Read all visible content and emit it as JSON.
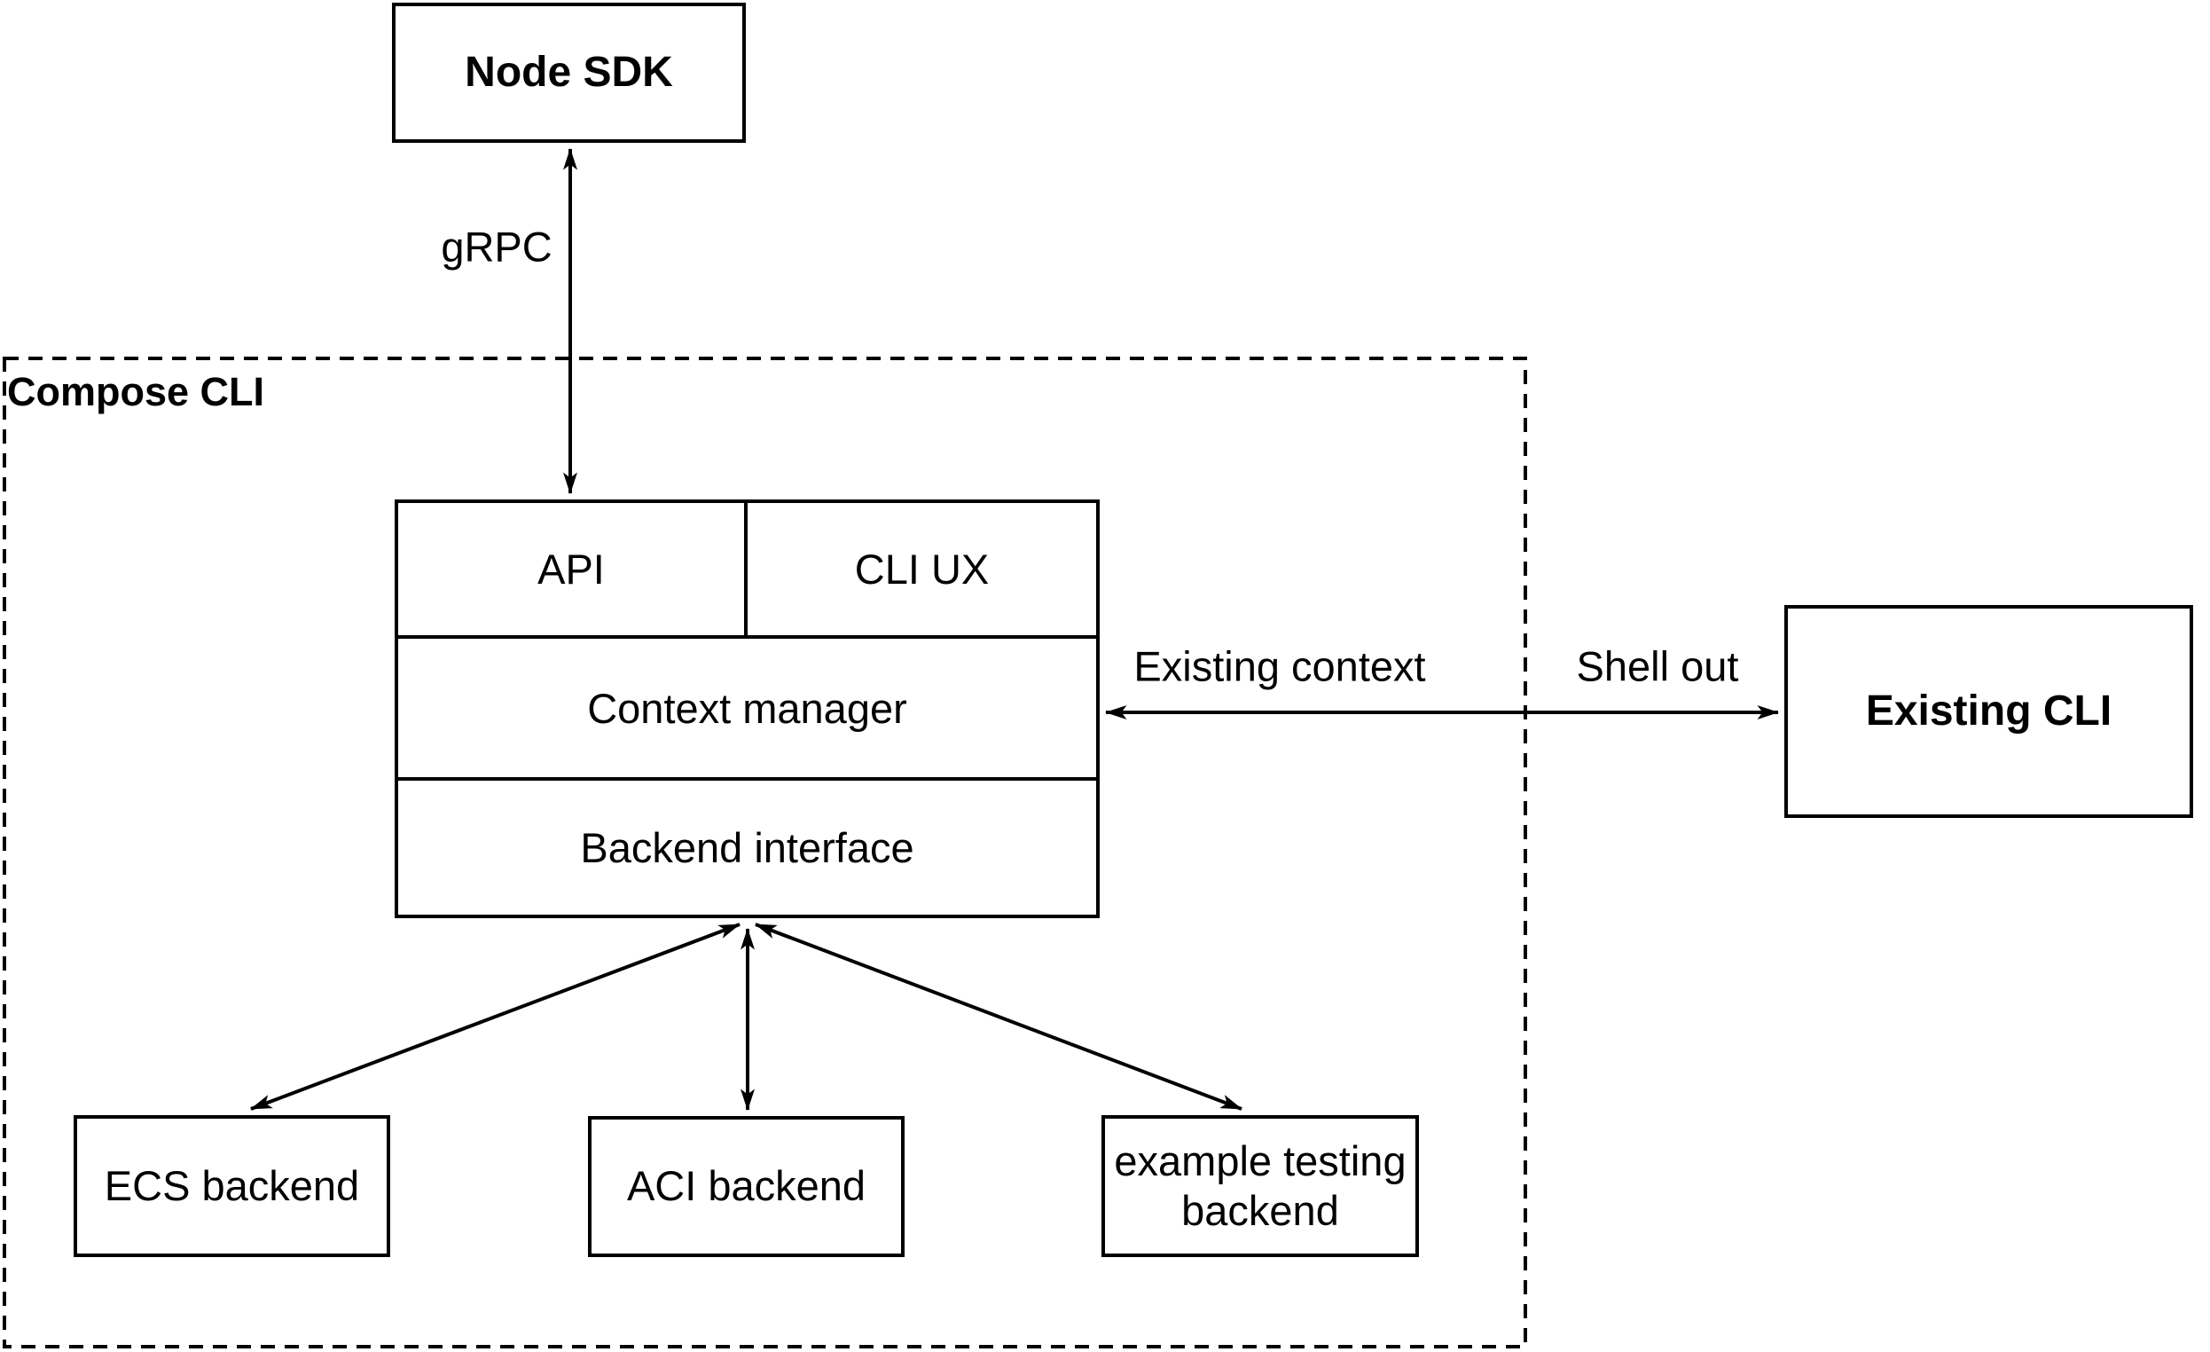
{
  "diagram": {
    "container": {
      "label": "Compose CLI"
    },
    "nodes": {
      "node_sdk": {
        "label": "Node SDK"
      },
      "api": {
        "label": "API"
      },
      "cli_ux": {
        "label": "CLI UX"
      },
      "context_manager": {
        "label": "Context manager"
      },
      "backend_interface": {
        "label": "Backend interface"
      },
      "existing_cli": {
        "label": "Existing CLI"
      },
      "ecs_backend": {
        "label": "ECS backend"
      },
      "aci_backend": {
        "label": "ACI backend"
      },
      "example_testing_backend": {
        "label": "example testing backend"
      }
    },
    "edges": {
      "grpc": {
        "label": "gRPC",
        "from": "Node SDK",
        "to": "API",
        "bidirectional": true
      },
      "context": {
        "label_left": "Existing context",
        "label_right": "Shell out",
        "from": "Context manager",
        "to": "Existing CLI",
        "bidirectional": true
      },
      "backend_ecs": {
        "from": "Backend interface",
        "to": "ECS backend",
        "bidirectional": true
      },
      "backend_aci": {
        "from": "Backend interface",
        "to": "ACI backend",
        "bidirectional": true
      },
      "backend_example": {
        "from": "Backend interface",
        "to": "example testing backend",
        "bidirectional": true
      }
    },
    "colors": {
      "stroke": "#000000",
      "background": "#ffffff"
    }
  }
}
